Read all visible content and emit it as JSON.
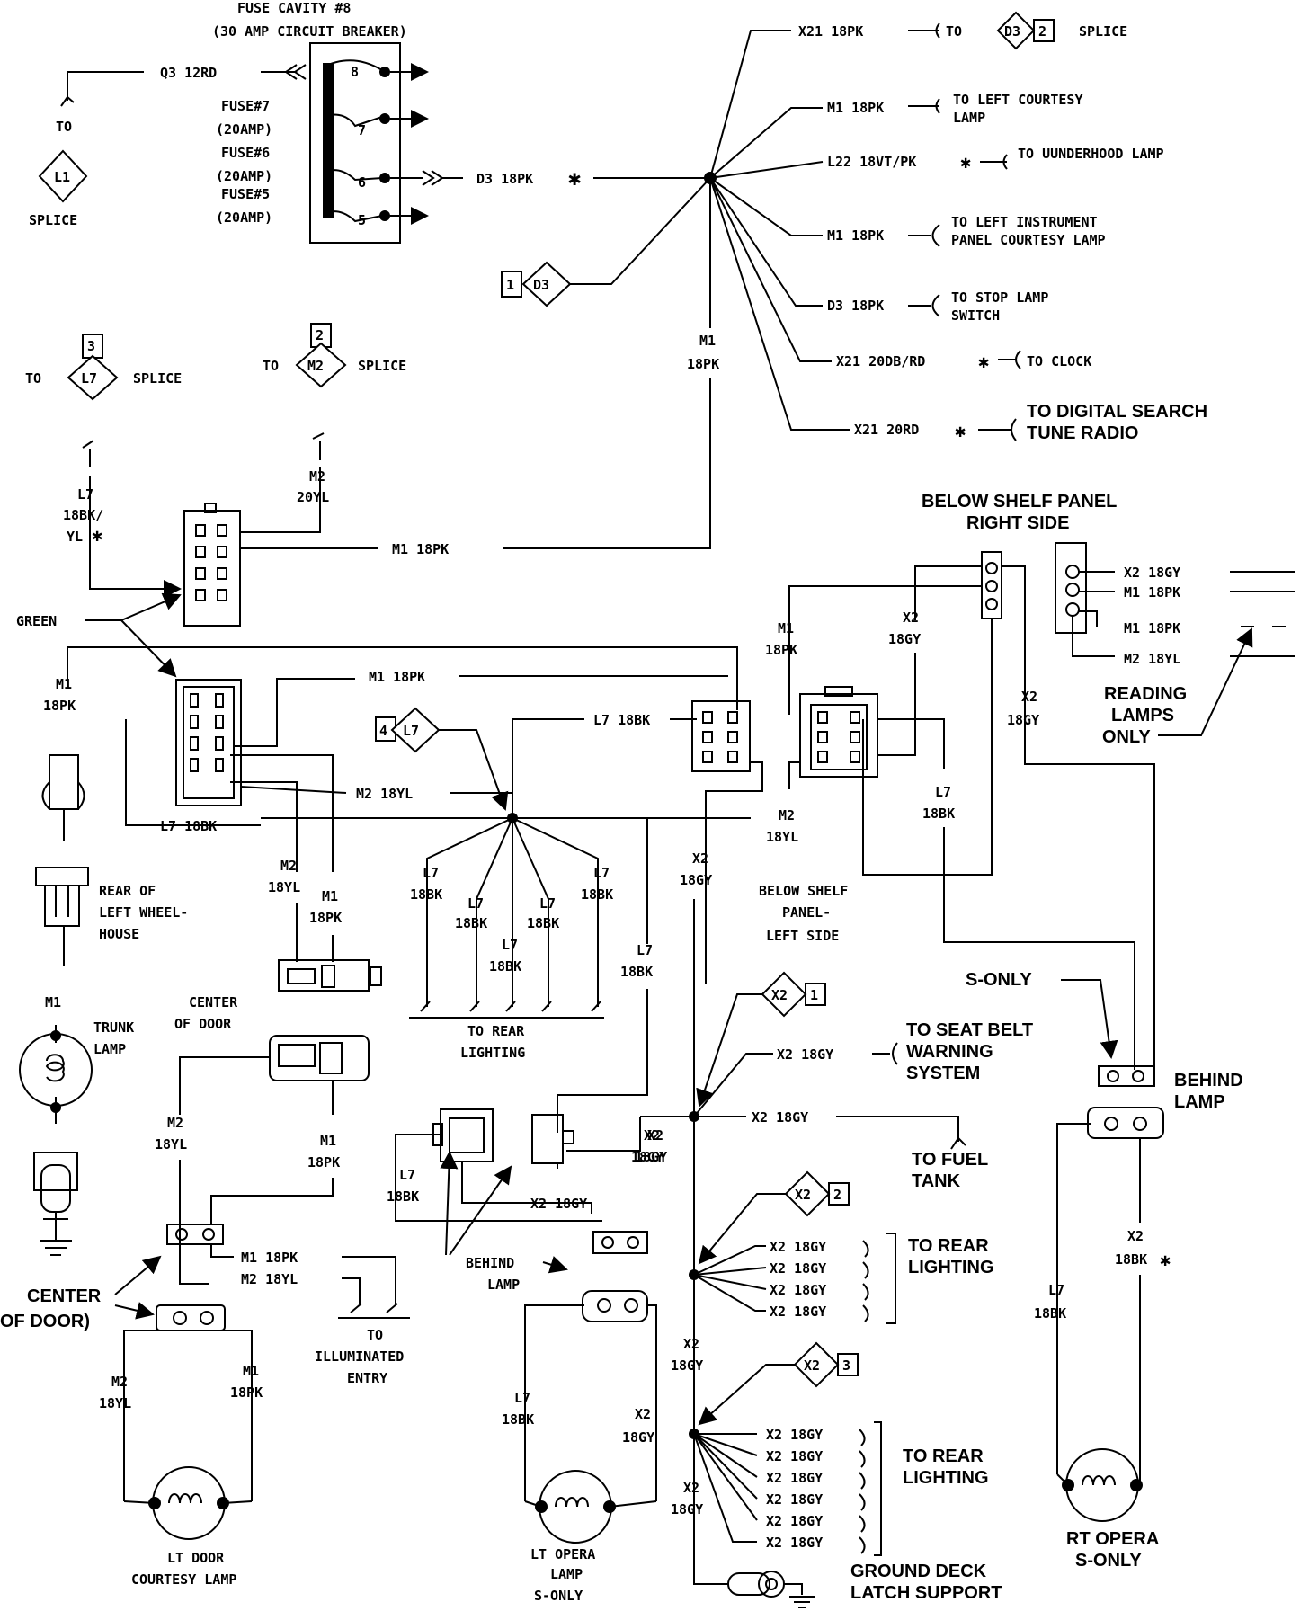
{
  "fuse": {
    "title1": "FUSE CAVITY #8",
    "title2": "(30 AMP CIRCUIT BREAKER)",
    "f7": "FUSE#7",
    "f7a": "(20AMP)",
    "f6": "FUSE#6",
    "f6a": "(20AMP)",
    "f5": "FUSE#5",
    "f5a": "(20AMP)",
    "n8": "8",
    "n7": "7",
    "n6": "6",
    "n5": "5"
  },
  "top": {
    "q3": "Q3 12RD",
    "to": "TO",
    "l1": "L1",
    "splice": "SPLICE",
    "d3wire": "D3 18PK",
    "d3": "D3",
    "d3n": "1",
    "d3b": "D3",
    "d3bn": "2",
    "spliceb": "SPLICE"
  },
  "right": {
    "r1": "X21 18PK",
    "r1t": "TO",
    "r2": "M1 18PK",
    "r2t1": "TO LEFT COURTESY",
    "r2t2": "LAMP",
    "r3": "L22 18VT/PK",
    "r3t": "TO UUNDERHOOD LAMP",
    "r4": "M1 18PK",
    "r4t1": "TO LEFT INSTRUMENT",
    "r4t2": "PANEL COURTESY LAMP",
    "r5": "D3 18PK",
    "r5t1": "TO STOP LAMP",
    "r5t2": "SWITCH",
    "r6": "X21 20DB/RD",
    "r6t": "TO CLOCK",
    "r7": "X21 20RD",
    "r7t1": "TO DIGITAL SEARCH",
    "r7t2": "TUNE RADIO",
    "m1a": "M1",
    "m1b": "18PK"
  },
  "splices": {
    "to1": "TO",
    "l7": "L7",
    "l7n": "3",
    "splice1": "SPLICE",
    "to2": "TO",
    "m2": "M2",
    "m2n": "2",
    "splice2": "SPLICE",
    "l7w1": "L7",
    "l7w2": "18BK/",
    "l7w3": "YL",
    "m2w1": "M2",
    "m2w2": "20YL",
    "m1w": "M1 18PK",
    "green": "GREEN"
  },
  "mid": {
    "m1top": "M1 18PK",
    "l7c": "L7",
    "l7cn": "4",
    "l7bk": "L7 18BK",
    "m2yl": "M2 18YL",
    "l7bk2": "L7 18BK",
    "lm1a": "M1",
    "lm1b": "18PK",
    "rear1": "REAR OF",
    "rear2": "LEFT WHEEL-",
    "rear3": "HOUSE",
    "m2a": "M2",
    "m2b": "18YL",
    "m1c": "M1",
    "m1d": "18PK",
    "b1a": "L7",
    "b1b": "18BK",
    "b2a": "L7",
    "b2b": "18BK",
    "b3a": "L7",
    "b3b": "18BK",
    "b4a": "L7",
    "b4b": "18BK",
    "b5a": "L7",
    "b5b": "18BK",
    "rear_lt1": "TO REAR",
    "rear_lt2": "LIGHTING",
    "l7r1": "L7",
    "l7r2": "18BK",
    "x2a": "X2",
    "x2b": "18GY"
  },
  "shelf": {
    "t1": "BELOW SHELF PANEL",
    "t2": "RIGHT SIDE",
    "m1a": "M1",
    "m1b": "18PK",
    "x2a": "X2",
    "x2b": "18GY",
    "m2a": "M2",
    "m2b": "18YL",
    "l7a": "L7",
    "l7b": "18BK",
    "x2c": "X2",
    "x2d": "18GY",
    "lt1": "BELOW SHELF",
    "lt2": "PANEL-",
    "lt3": "LEFT SIDE",
    "rl1": "X2 18GY",
    "rl2": "M1 18PK",
    "rl3": "M1 18PK",
    "rl4": "M2 18YL",
    "read1": "READING",
    "read2": "LAMPS",
    "read3": "ONLY"
  },
  "lower": {
    "m1": "M1",
    "trunk1": "TRUNK",
    "trunk2": "LAMP",
    "cod1": "CENTER",
    "cod2": "OF DOOR",
    "m2a": "M2",
    "m2b": "18YL",
    "m1a": "M1",
    "m1b": "18PK",
    "wm1": "M1 18PK",
    "wm2": "M2 18YL",
    "ill1": "TO",
    "ill2": "ILLUMINATED",
    "ill3": "ENTRY",
    "cdr1": "CENTER",
    "cdr2": "OF DOOR)",
    "dm2a": "M2",
    "dm2b": "18YL",
    "dm1a": "M1",
    "dm1b": "18PK",
    "ltd1": "LT DOOR",
    "ltd2": "COURTESY LAMP",
    "l7a": "L7",
    "l7b": "18BK",
    "x2w": "X2 18GY",
    "x2a": "X2",
    "x2b": "18GY",
    "bh1": "BEHIND",
    "bh2": "LAMP",
    "ol7a": "L7",
    "ol7b": "18BK",
    "ox2a": "X2",
    "ox2b": "18GY",
    "lto1": "LT OPERA",
    "lto2": "LAMP",
    "lto3": "S-ONLY"
  },
  "x2col": {
    "x21": "X2",
    "x21n": "1",
    "belt": "X2 18GY",
    "belt1": "TO SEAT BELT",
    "belt2": "WARNING",
    "belt3": "SYSTEM",
    "fuel": "X2 18GY",
    "fuel1": "TO FUEL",
    "fuel2": "TANK",
    "x22": "X2",
    "x22n": "2",
    "g1": "X2 18GY",
    "g2": "X2 18GY",
    "g3": "X2 18GY",
    "g4": "X2 18GY",
    "rl1": "TO REAR",
    "rl2": "LIGHTING",
    "x2a": "X2",
    "x2b": "18GY",
    "x23": "X2",
    "x23n": "3",
    "h1": "X2 18GY",
    "h2": "X2 18GY",
    "h3": "X2 18GY",
    "h4": "X2 18GY",
    "h5": "X2 18GY",
    "h6": "X2 18GY",
    "rl3": "TO REAR",
    "rl4": "LIGHTING",
    "x2c": "X2",
    "x2d": "18GY",
    "gnd1": "GROUND DECK",
    "gnd2": "LATCH SUPPORT"
  },
  "rside": {
    "x2a": "X2",
    "x2b": "18GY",
    "sonly": "S-ONLY",
    "bl1": "BEHIND",
    "bl2": "LAMP",
    "x2c": "X2",
    "x2d": "18BK",
    "l7a": "L7",
    "l7b": "18BK",
    "rt1": "RT OPERA",
    "rt2": "S-ONLY"
  }
}
